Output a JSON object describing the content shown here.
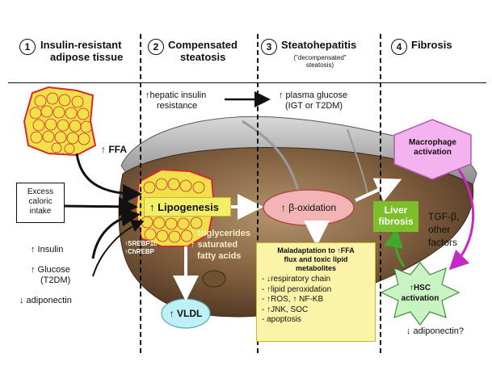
{
  "stages": [
    {
      "num": "1",
      "title_line1": "Insulin-resistant",
      "title_line2": "adipose tissue"
    },
    {
      "num": "2",
      "title_line1": "Compensated",
      "title_line2": "steatosis"
    },
    {
      "num": "3",
      "title_line1": "Steatohepatitis",
      "subtitle": "(\"decompensated\"",
      "subtitle2": "steatosis)"
    },
    {
      "num": "4",
      "title_line1": "Fibrosis"
    }
  ],
  "top_notes": {
    "hepatic": "↑hepatic insulin",
    "hepatic2": "resistance",
    "plasma": "↑ plasma glucose",
    "plasma2": "(IGT or T2DM)"
  },
  "left": {
    "ffa": "↑ FFA",
    "excess_line1": "Excess",
    "excess_line2": "caloric",
    "excess_line3": "intake",
    "insulin": "↑ Insulin",
    "glucose": "↑ Glucose",
    "glucose2": "(T2DM)",
    "adiponectin": "↓ adiponectin"
  },
  "center": {
    "lipogenesis": "↑ Lipogenesis",
    "srebp": "↑SREBP1c",
    "chrebp": "↑ChREBP",
    "tg1": "↑ triglycerides",
    "tg2": "↑ saturated",
    "tg3": "fatty acids",
    "vldl": "↑ VLDL",
    "beta_ox": "↑ β-oxidation"
  },
  "maladaptation": {
    "title1": "Maladaptation to ↑FFA",
    "title2": "flux and toxic lipid",
    "title3": "metabolites",
    "items": [
      "- ↓respiratory chain",
      "- ↑lipid peroxidation",
      "- ↑ROS, ↑ NF-KB",
      "- ↑JNK, SOC",
      "- apoptosis"
    ]
  },
  "fibrosis": {
    "macrophage1": "Macrophage",
    "macrophage2": "activation",
    "liver1": "Liver",
    "liver2": "fibrosis",
    "tgf1": "TGF-β,",
    "tgf2": "other",
    "tgf3": "factors",
    "hsc1": "↑HSC",
    "hsc2": "activation",
    "adipo": "↓ adiponectin?"
  },
  "colors": {
    "liver": "#7a5a3c",
    "liver_light": "#a88a66",
    "fat_yellow": "#f2e04a",
    "fat_red": "#d42a2a",
    "lipogenesis_box": "#f3ee6a",
    "beta_fill": "#f2b4b4",
    "vldl_fill": "#bfeff7",
    "maladaptation_fill": "#faf3a8",
    "macrophage_fill": "#f4b3f0",
    "liver_fibrosis_fill": "#7cbf2a",
    "hsc_fill": "#c9f3c3",
    "magenta_arrow": "#c12ac4",
    "green_arrow": "#3fa92b"
  }
}
